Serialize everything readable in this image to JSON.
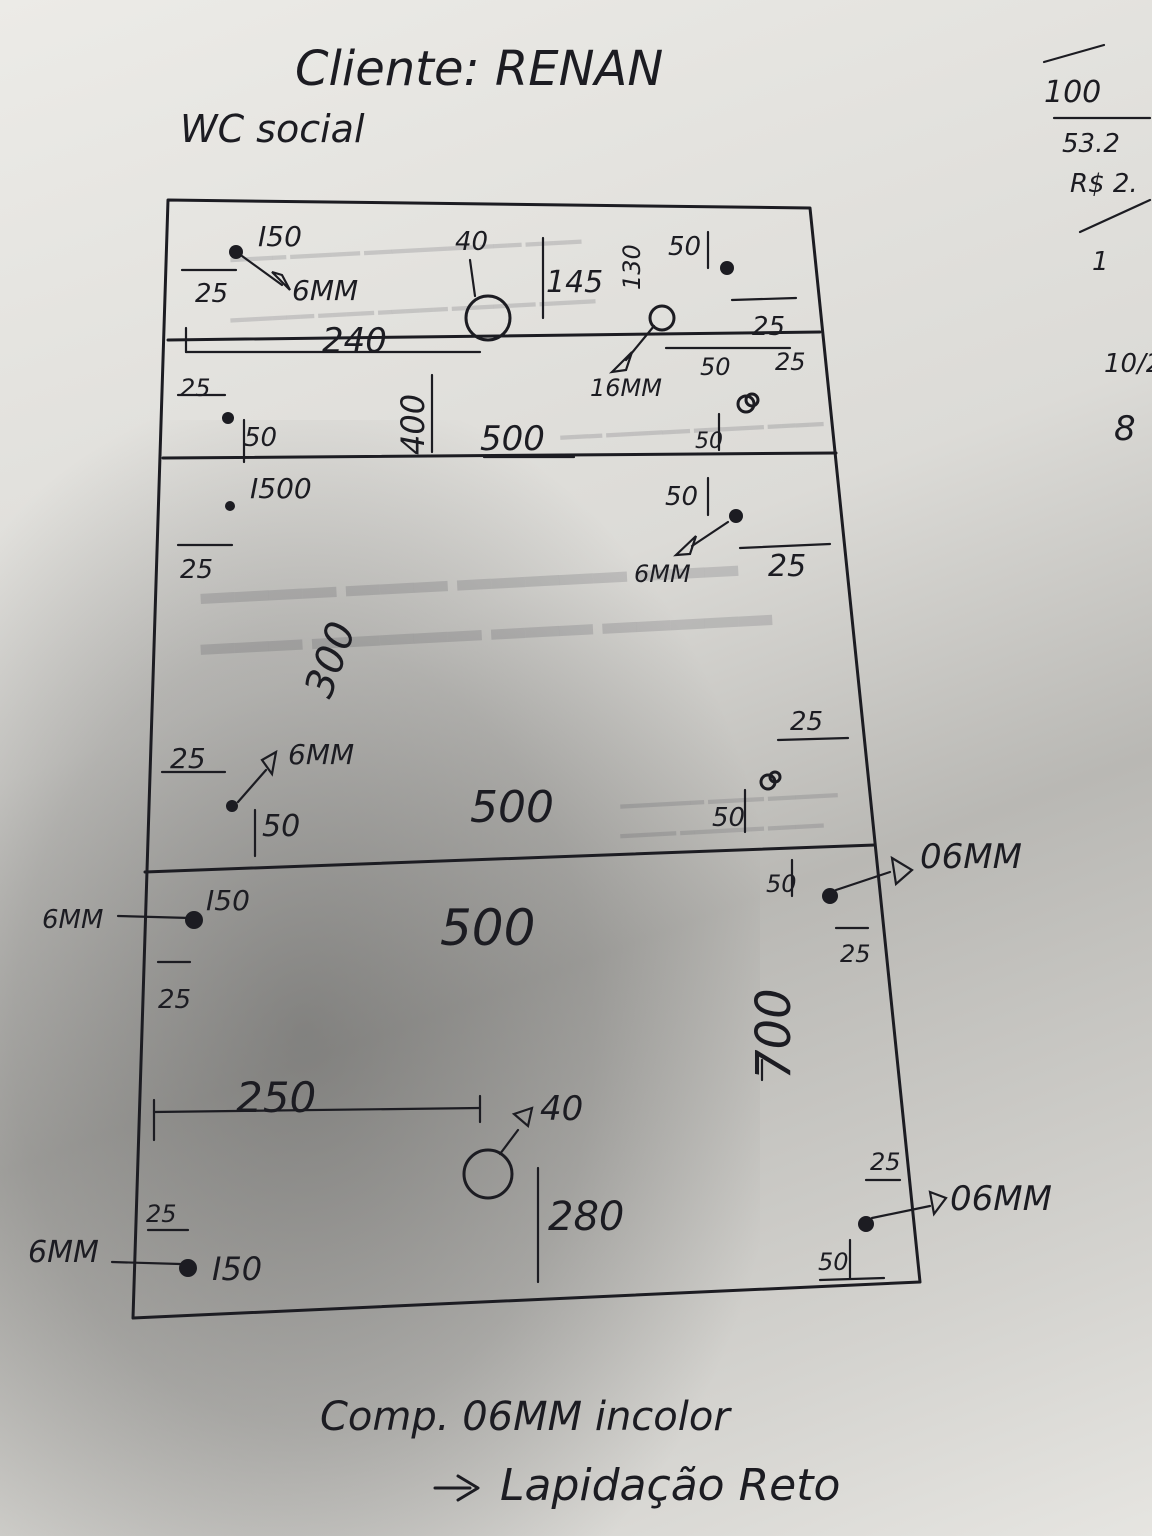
{
  "header": {
    "client": "Cliente: RENAN",
    "room": "WC social"
  },
  "plan": {
    "sections": [
      {
        "labels": {
          "d_150": "I50",
          "d_6mm_a": "6MM",
          "d_25_a": "25",
          "d_240": "240",
          "d_40": "40",
          "d_145": "145",
          "d_130": "130",
          "d_50_a": "50",
          "d_25_b": "25",
          "d_50_b": "50",
          "d_25_c": "25",
          "d_16mm": "16MM",
          "d_25_d": "25",
          "d_50_c": "50",
          "d_400": "400",
          "d_500": "500",
          "d_50_d": "50"
        }
      },
      {
        "labels": {
          "d_1500": "I500",
          "d_25_a": "25",
          "d_50_a": "50",
          "d_6mm_a": "6MM",
          "d_25_b": "25",
          "d_300": "300",
          "d_25_c": "25",
          "d_6mm_b": "6MM",
          "d_50_b": "50",
          "d_500": "500",
          "d_25_d": "25",
          "d_50_c": "50"
        }
      },
      {
        "labels": {
          "d_6mm_a": "6MM",
          "d_150": "I50",
          "d_500": "500",
          "d_25_a": "25",
          "d_50_a": "50",
          "d_06mm_a": "06MM",
          "d_25_b": "25",
          "d_700": "700",
          "d_250": "250",
          "d_40": "40",
          "d_280": "280",
          "d_25_c": "25",
          "d_6mm_b": "6MM",
          "d_150_b": "I50",
          "d_25_d": "25",
          "d_06mm_b": "06MM",
          "d_50_b": "50"
        }
      }
    ]
  },
  "footer": {
    "line1": "Comp. 06MM incolor",
    "line2": "Lapidação Reto"
  },
  "margin_notes": [
    "100",
    "53.2",
    "R$ 2.",
    "1",
    "10/2",
    "8"
  ],
  "colors": {
    "ink": "#1c1c22",
    "paper": "#e6e5e1"
  }
}
